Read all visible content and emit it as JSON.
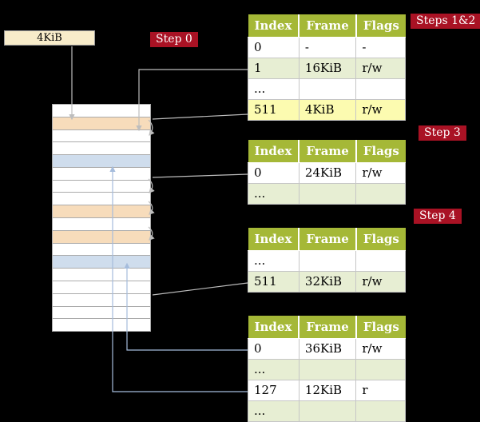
{
  "colors": {
    "background": "#000000",
    "table-header-green": "#a5b837",
    "row-pale-green": "#e7eed3",
    "row-highlight-yellow": "#fcfbb0",
    "memory-peach": "#f7dcbb",
    "memory-blue": "#cfdded",
    "step-label-red": "#a91224",
    "frame-box-cream": "#f8ecca",
    "arrow-gray": "#bdbdbd",
    "arrow-blue": "#a5bcdc"
  },
  "frame_box": {
    "label": "4KiB"
  },
  "step_labels": {
    "step0": "Step 0",
    "steps12": "Steps 1&2",
    "step3": "Step 3",
    "step4": "Step 4"
  },
  "memory": {
    "row_kinds": [
      "empty",
      "table-frame",
      "empty",
      "empty",
      "mapped-frame",
      "empty",
      "empty",
      "empty",
      "table-frame",
      "empty",
      "table-frame",
      "empty",
      "mapped-frame",
      "empty",
      "empty",
      "empty",
      "empty",
      "empty"
    ]
  },
  "tables": [
    {
      "headers": [
        "Index",
        "Frame",
        "Flags"
      ],
      "rows": [
        {
          "index": "0",
          "frame": "-",
          "flags": "-",
          "style": "white"
        },
        {
          "index": "1",
          "frame": "16KiB",
          "flags": "r/w",
          "style": "green"
        },
        {
          "index": "...",
          "frame": "",
          "flags": "",
          "style": "white"
        },
        {
          "index": "511",
          "frame": "4KiB",
          "flags": "r/w",
          "style": "yellow"
        }
      ]
    },
    {
      "headers": [
        "Index",
        "Frame",
        "Flags"
      ],
      "rows": [
        {
          "index": "0",
          "frame": "24KiB",
          "flags": "r/w",
          "style": "white"
        },
        {
          "index": "...",
          "frame": "",
          "flags": "",
          "style": "green"
        }
      ]
    },
    {
      "headers": [
        "Index",
        "Frame",
        "Flags"
      ],
      "rows": [
        {
          "index": "...",
          "frame": "",
          "flags": "",
          "style": "white"
        },
        {
          "index": "511",
          "frame": "32KiB",
          "flags": "r/w",
          "style": "green"
        }
      ]
    },
    {
      "headers": [
        "Index",
        "Frame",
        "Flags"
      ],
      "rows": [
        {
          "index": "0",
          "frame": "36KiB",
          "flags": "r/w",
          "style": "white"
        },
        {
          "index": "...",
          "frame": "",
          "flags": "",
          "style": "green"
        },
        {
          "index": "127",
          "frame": "12KiB",
          "flags": "r",
          "style": "white"
        },
        {
          "index": "...",
          "frame": "",
          "flags": "",
          "style": "green"
        }
      ]
    }
  ]
}
